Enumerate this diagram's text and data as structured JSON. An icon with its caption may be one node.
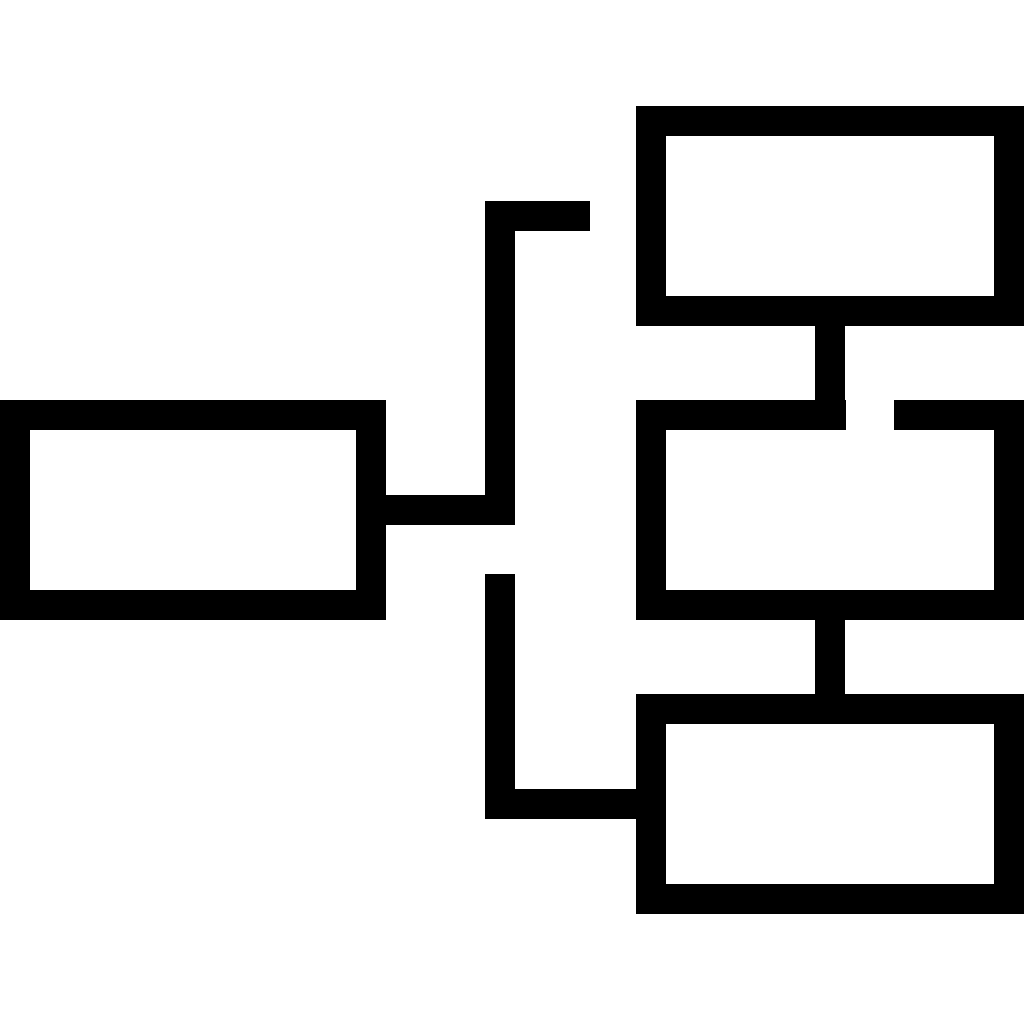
{
  "diagram": {
    "nodes": [
      {
        "text": [],
        "shape": "box"
      },
      {
        "text": [],
        "shape": "box"
      },
      {
        "text": [],
        "shape": "box"
      },
      {
        "text": [],
        "shape": "box"
      }
    ],
    "edges": [
      {
        "from": 0,
        "to": null,
        "arrow": "none"
      },
      {
        "from": null,
        "to": 3,
        "arrow": "none"
      },
      {
        "from": 1,
        "to": 2,
        "arrow": "none"
      },
      {
        "from": 2,
        "to": 3,
        "arrow": "none"
      }
    ]
  }
}
